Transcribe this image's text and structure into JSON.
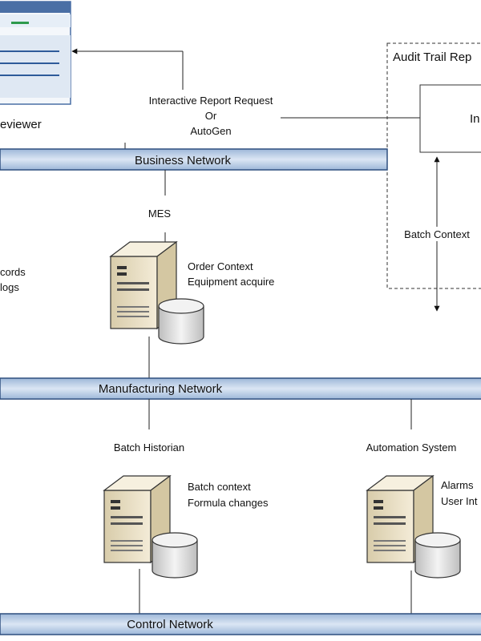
{
  "colors": {
    "network_bar": "#c7d6ea",
    "network_bar_edge": "#4a6fa5",
    "line": "#222222",
    "server_body": "#efe6cf",
    "db": "#e8e8e8"
  },
  "networks": {
    "business": "Business Network",
    "manufacturing": "Manufacturing Network",
    "control": "Control Network"
  },
  "reviewer": {
    "label_partial": "eviewer",
    "icon": "monitor-window-icon"
  },
  "request": {
    "line1": "Interactive Report Request",
    "line2": "Or",
    "line3": "AutoGen"
  },
  "audit_trail": {
    "title_partial": "Audit Trail Rep",
    "inner_partial": "In",
    "batch_context": "Batch Context"
  },
  "mes": {
    "label": "MES",
    "desc1": "Order Context",
    "desc2": "Equipment acquire",
    "icon": "server-with-database-icon"
  },
  "left_partial": {
    "line1": "cords",
    "line2": "logs"
  },
  "batch_historian": {
    "label": "Batch Historian",
    "desc1": "Batch context",
    "desc2": "Formula changes",
    "icon": "server-with-database-icon"
  },
  "automation": {
    "label": "Automation System",
    "desc1": "Alarms",
    "desc2": "User Int",
    "icon": "server-with-database-icon"
  }
}
